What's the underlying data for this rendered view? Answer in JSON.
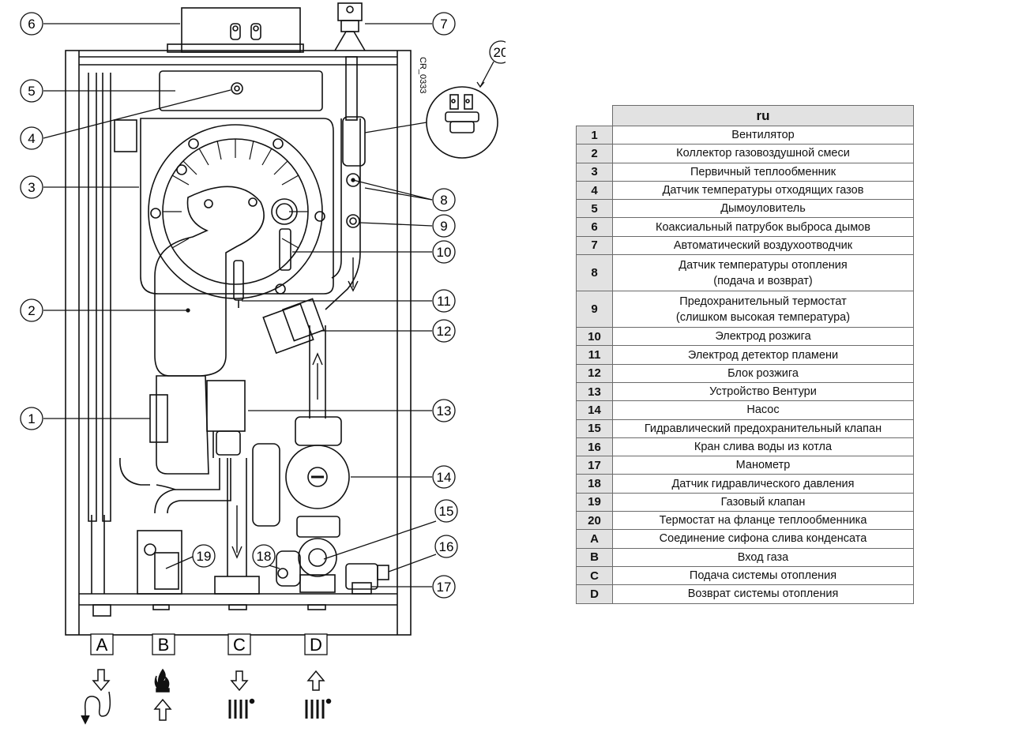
{
  "diagram": {
    "code": "CR_0333",
    "callouts": [
      "1",
      "2",
      "3",
      "4",
      "5",
      "6",
      "7",
      "8",
      "9",
      "10",
      "11",
      "12",
      "13",
      "14",
      "15",
      "16",
      "17",
      "18",
      "19",
      "20"
    ],
    "connections": [
      "A",
      "B",
      "C",
      "D"
    ]
  },
  "legend": {
    "language": "ru",
    "rows": [
      {
        "key": "1",
        "desc": "Вентилятор"
      },
      {
        "key": "2",
        "desc": "Коллектор газовоздушной смеси"
      },
      {
        "key": "3",
        "desc": "Первичный теплообменник"
      },
      {
        "key": "4",
        "desc": "Датчик температуры отходящих газов"
      },
      {
        "key": "5",
        "desc": "Дымоуловитель"
      },
      {
        "key": "6",
        "desc": "Коаксиальный патрубок выброса дымов"
      },
      {
        "key": "7",
        "desc": "Автоматический воздухоотводчик"
      },
      {
        "key": "8",
        "desc": "Датчик температуры отопления\n(подача и возврат)"
      },
      {
        "key": "9",
        "desc": "Предохранительный термостат\n(слишком высокая температура)"
      },
      {
        "key": "10",
        "desc": "Электрод розжига"
      },
      {
        "key": "11",
        "desc": "Электрод детектор пламени"
      },
      {
        "key": "12",
        "desc": "Блок розжига"
      },
      {
        "key": "13",
        "desc": "Устройство Вентури"
      },
      {
        "key": "14",
        "desc": "Насос"
      },
      {
        "key": "15",
        "desc": "Гидравлический предохранительный клапан"
      },
      {
        "key": "16",
        "desc": "Кран слива воды из котла"
      },
      {
        "key": "17",
        "desc": "Манометр"
      },
      {
        "key": "18",
        "desc": "Датчик гидравлического давления"
      },
      {
        "key": "19",
        "desc": "Газовый клапан"
      },
      {
        "key": "20",
        "desc": "Термостат на фланце теплообменника"
      },
      {
        "key": "A",
        "desc": "Соединение сифона слива конденсата"
      },
      {
        "key": "B",
        "desc": "Вход газа"
      },
      {
        "key": "C",
        "desc": "Подача системы отопления"
      },
      {
        "key": "D",
        "desc": "Возврат системы отопления"
      }
    ]
  }
}
